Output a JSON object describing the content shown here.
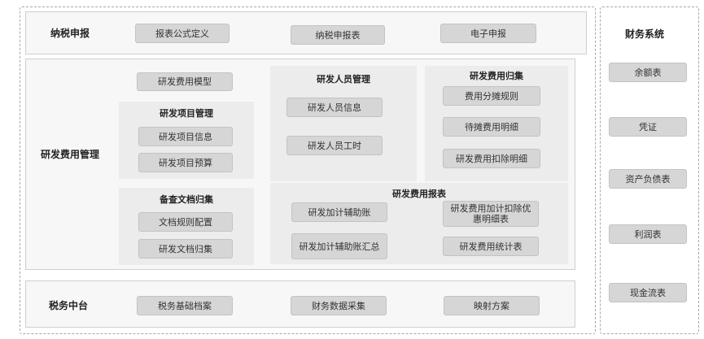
{
  "tax_filing": {
    "label": "纳税申报",
    "items": [
      "报表公式定义",
      "纳税申报表",
      "电子申报"
    ]
  },
  "rd_management": {
    "label": "研发费用管理",
    "model": "研发费用模型",
    "project_mgmt": {
      "title": "研发项目管理",
      "items": [
        "研发项目信息",
        "研发项目预算"
      ]
    },
    "archive": {
      "title": "备查文档归集",
      "items": [
        "文档规则配置",
        "研发文档归集"
      ]
    },
    "personnel": {
      "title": "研发人员管理",
      "items": [
        "研发人员信息",
        "研发人员工时"
      ]
    },
    "collection": {
      "title": "研发费用归集",
      "items": [
        "费用分摊规则",
        "待摊费用明细",
        "研发费用扣除明细"
      ]
    },
    "reports": {
      "title": "研发费用报表",
      "items": [
        "研发加计辅助账",
        "研发费用加计扣除优惠明细表",
        "研发加计辅助账汇总",
        "研发费用统计表"
      ]
    }
  },
  "tax_platform": {
    "label": "税务中台",
    "items": [
      "税务基础档案",
      "财务数据采集",
      "映射方案"
    ]
  },
  "finance_system": {
    "label": "财务系统",
    "items": [
      "余额表",
      "凭证",
      "资产负债表",
      "利润表",
      "现金流表"
    ]
  }
}
